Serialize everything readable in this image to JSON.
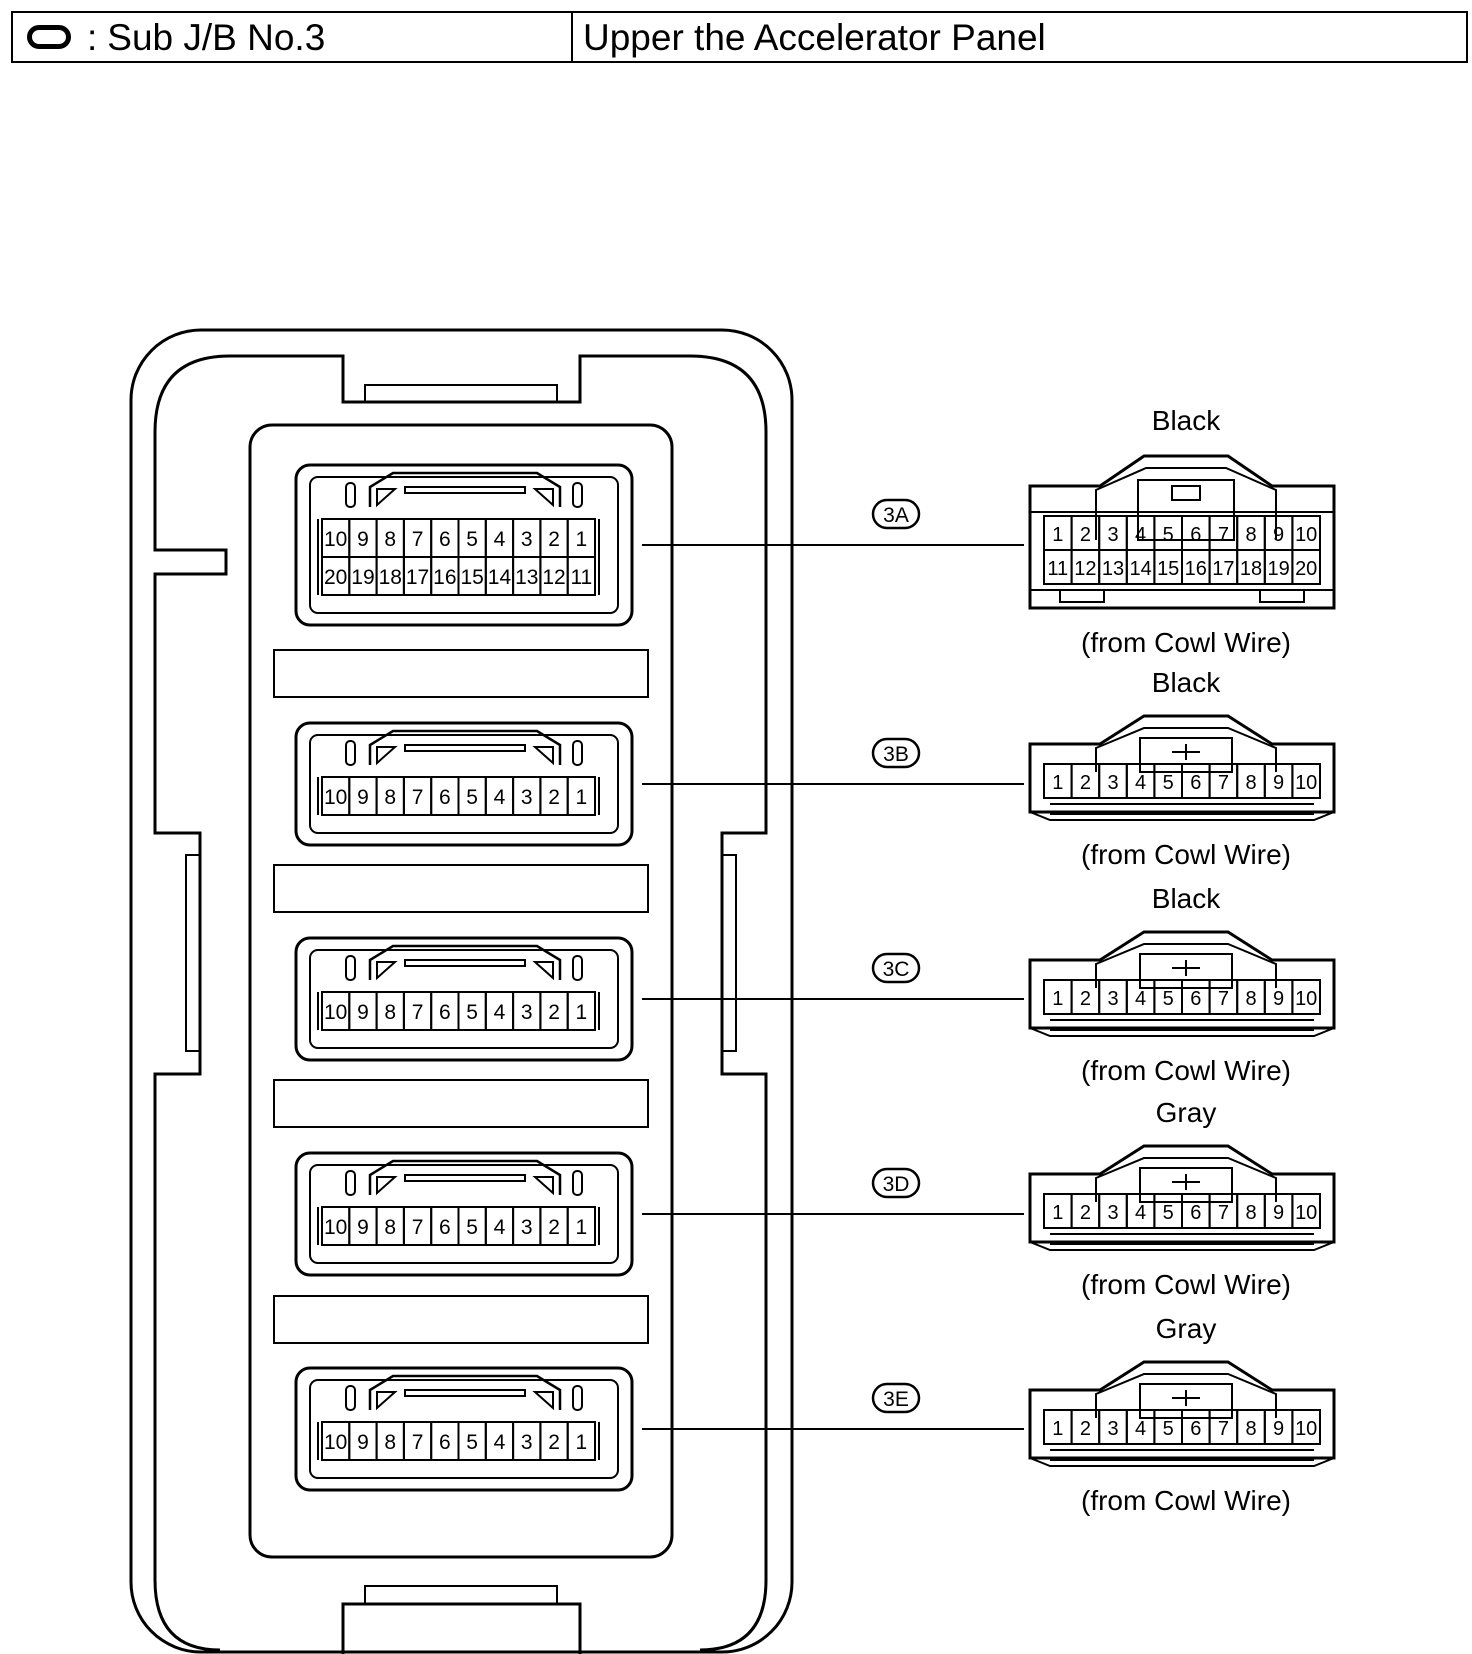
{
  "header": {
    "icon": "junction-block-oval-icon",
    "separator": ":",
    "block_name": "Sub J/B No.3",
    "location": "Upper the Accelerator Panel"
  },
  "connectors": [
    {
      "code": "3A",
      "color_label": "Black",
      "source_label": "(from Cowl Wire)",
      "pins_row1": [
        "1",
        "2",
        "3",
        "4",
        "5",
        "6",
        "7",
        "8",
        "9",
        "10"
      ],
      "pins_row2": [
        "11",
        "12",
        "13",
        "14",
        "15",
        "16",
        "17",
        "18",
        "19",
        "20"
      ],
      "jb_row1": [
        "10",
        "9",
        "8",
        "7",
        "6",
        "5",
        "4",
        "3",
        "2",
        "1"
      ],
      "jb_row2": [
        "20",
        "19",
        "18",
        "17",
        "16",
        "15",
        "14",
        "13",
        "12",
        "11"
      ]
    },
    {
      "code": "3B",
      "color_label": "Black",
      "source_label": "(from Cowl Wire)",
      "pins_row1": [
        "1",
        "2",
        "3",
        "4",
        "5",
        "6",
        "7",
        "8",
        "9",
        "10"
      ],
      "pins_row2": [],
      "jb_row1": [
        "10",
        "9",
        "8",
        "7",
        "6",
        "5",
        "4",
        "3",
        "2",
        "1"
      ],
      "jb_row2": []
    },
    {
      "code": "3C",
      "color_label": "Black",
      "source_label": "(from Cowl Wire)",
      "pins_row1": [
        "1",
        "2",
        "3",
        "4",
        "5",
        "6",
        "7",
        "8",
        "9",
        "10"
      ],
      "pins_row2": [],
      "jb_row1": [
        "10",
        "9",
        "8",
        "7",
        "6",
        "5",
        "4",
        "3",
        "2",
        "1"
      ],
      "jb_row2": []
    },
    {
      "code": "3D",
      "color_label": "Gray",
      "source_label": "(from Cowl Wire)",
      "pins_row1": [
        "1",
        "2",
        "3",
        "4",
        "5",
        "6",
        "7",
        "8",
        "9",
        "10"
      ],
      "pins_row2": [],
      "jb_row1": [
        "10",
        "9",
        "8",
        "7",
        "6",
        "5",
        "4",
        "3",
        "2",
        "1"
      ],
      "jb_row2": []
    },
    {
      "code": "3E",
      "color_label": "Gray",
      "source_label": "(from Cowl Wire)",
      "pins_row1": [
        "1",
        "2",
        "3",
        "4",
        "5",
        "6",
        "7",
        "8",
        "9",
        "10"
      ],
      "pins_row2": [],
      "jb_row1": [
        "10",
        "9",
        "8",
        "7",
        "6",
        "5",
        "4",
        "3",
        "2",
        "1"
      ],
      "jb_row2": []
    }
  ]
}
